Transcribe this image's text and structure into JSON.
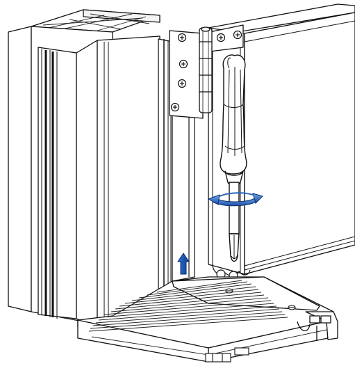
{
  "diagram": {
    "accent_color": "#1f5fbf",
    "line_color": "#111111",
    "parts": [
      {
        "part": "door-frame-jamb"
      },
      {
        "part": "hinge"
      },
      {
        "part": "door-slab"
      },
      {
        "part": "screwdriver"
      },
      {
        "part": "rotation-arrow"
      },
      {
        "part": "up-arrow"
      },
      {
        "part": "threshold-sill"
      },
      {
        "part": "adjustment-screws"
      }
    ]
  }
}
